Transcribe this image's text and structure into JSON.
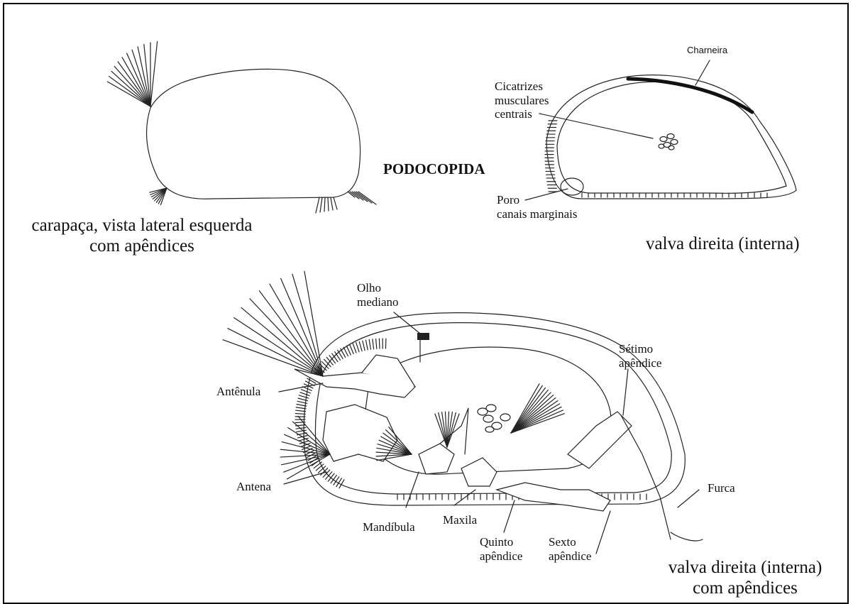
{
  "title": "PODOCOPIDA",
  "carapace": {
    "caption_line1": "carapaça, vista lateral esquerda",
    "caption_line2": "com apêndices"
  },
  "valve": {
    "hinge": "Charneira",
    "scars_line1": "Cicatrizes",
    "scars_line2": "musculares",
    "scars_line3": "centrais",
    "pore_line1": "Poro",
    "pore_line2": "canais marginais",
    "caption": "valva direita (interna)"
  },
  "appendages": {
    "eye_line1": "Olho",
    "eye_line2": "mediano",
    "antennule": "Antênula",
    "antenna": "Antena",
    "mandible": "Mandíbula",
    "maxilla": "Maxila",
    "fifth_line1": "Quinto",
    "fifth_line2": "apêndice",
    "sixth_line1": "Sexto",
    "sixth_line2": "apêndice",
    "seventh_line1": "Sétimo",
    "seventh_line2": "apêndice",
    "furca": "Furca",
    "caption_line1": "valva direita (interna)",
    "caption_line2": "com apêndices"
  }
}
